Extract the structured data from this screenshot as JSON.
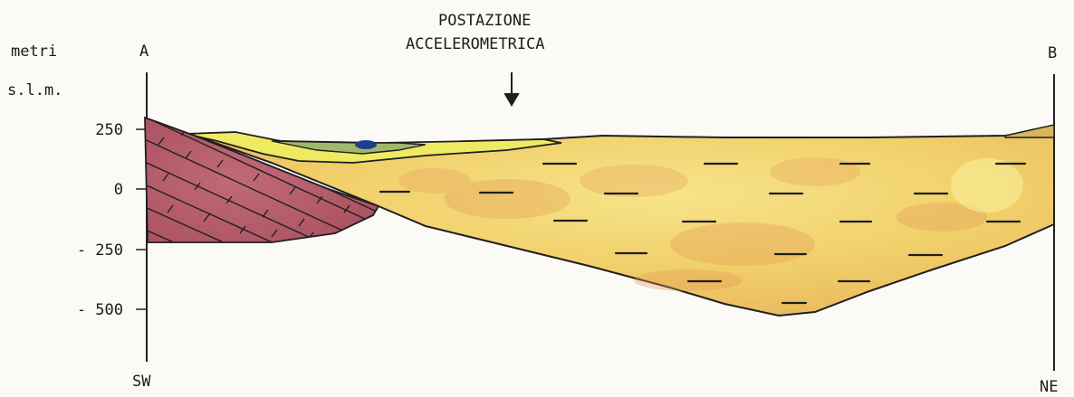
{
  "unit_label": "metri",
  "unit_label_2": "s.l.m.",
  "station_label_line1": "POSTAZIONE",
  "station_label_line2": "ACCELEROMETRICA",
  "left_end": {
    "label": "A",
    "direction": "SW"
  },
  "right_end": {
    "label": "B",
    "direction": "NE"
  },
  "y_ticks": [
    "250",
    "0",
    "- 250",
    "- 500"
  ],
  "colors": {
    "background": "#fbfaf6",
    "bedrock": "#b45a68",
    "basin_fill": "#f2d86a",
    "surface_layer": "#eeea62",
    "green_lens": "#9fb86a",
    "water": "#1d3f8f"
  }
}
